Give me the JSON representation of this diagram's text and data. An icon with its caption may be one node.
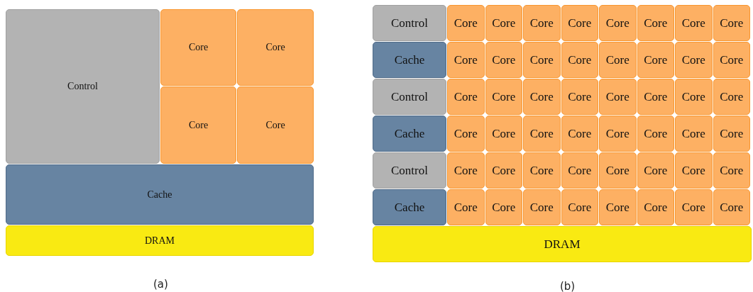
{
  "diagram": {
    "nodes": [
      {
        "text": [
          "Control"
        ]
      },
      {
        "text": [
          "Core"
        ]
      },
      {
        "text": [
          "Core"
        ]
      },
      {
        "text": [
          "Core"
        ]
      },
      {
        "text": [
          "Core"
        ]
      },
      {
        "text": [
          "Cache"
        ]
      },
      {
        "text": [
          "DRAM"
        ]
      },
      {
        "text": [
          "Control"
        ]
      },
      {
        "text": [
          "Core"
        ]
      },
      {
        "text": [
          "Core"
        ]
      },
      {
        "text": [
          "Core"
        ]
      },
      {
        "text": [
          "Core"
        ]
      },
      {
        "text": [
          "Core"
        ]
      },
      {
        "text": [
          "Core"
        ]
      },
      {
        "text": [
          "Core"
        ]
      },
      {
        "text": [
          "Core"
        ]
      },
      {
        "text": [
          "Cache"
        ]
      },
      {
        "text": [
          "Core"
        ]
      },
      {
        "text": [
          "Core"
        ]
      },
      {
        "text": [
          "Core"
        ]
      },
      {
        "text": [
          "Core"
        ]
      },
      {
        "text": [
          "Core"
        ]
      },
      {
        "text": [
          "Core"
        ]
      },
      {
        "text": [
          "Core"
        ]
      },
      {
        "text": [
          "Core"
        ]
      },
      {
        "text": [
          "Control"
        ]
      },
      {
        "text": [
          "Core"
        ]
      },
      {
        "text": [
          "Core"
        ]
      },
      {
        "text": [
          "Core"
        ]
      },
      {
        "text": [
          "Core"
        ]
      },
      {
        "text": [
          "Core"
        ]
      },
      {
        "text": [
          "Core"
        ]
      },
      {
        "text": [
          "Core"
        ]
      },
      {
        "text": [
          "Core"
        ]
      },
      {
        "text": [
          "Cache"
        ]
      },
      {
        "text": [
          "Core"
        ]
      },
      {
        "text": [
          "Core"
        ]
      },
      {
        "text": [
          "Core"
        ]
      },
      {
        "text": [
          "Core"
        ]
      },
      {
        "text": [
          "Core"
        ]
      },
      {
        "text": [
          "Core"
        ]
      },
      {
        "text": [
          "Core"
        ]
      },
      {
        "text": [
          "Core"
        ]
      },
      {
        "text": [
          "Control"
        ]
      },
      {
        "text": [
          "Core"
        ]
      },
      {
        "text": [
          "Core"
        ]
      },
      {
        "text": [
          "Core"
        ]
      },
      {
        "text": [
          "Core"
        ]
      },
      {
        "text": [
          "Core"
        ]
      },
      {
        "text": [
          "Core"
        ]
      },
      {
        "text": [
          "Core"
        ]
      },
      {
        "text": [
          "Core"
        ]
      },
      {
        "text": [
          "Cache"
        ]
      },
      {
        "text": [
          "Core"
        ]
      },
      {
        "text": [
          "Core"
        ]
      },
      {
        "text": [
          "Core"
        ]
      },
      {
        "text": [
          "Core"
        ]
      },
      {
        "text": [
          "Core"
        ]
      },
      {
        "text": [
          "Core"
        ]
      },
      {
        "text": [
          "Core"
        ]
      },
      {
        "text": [
          "Core"
        ]
      },
      {
        "text": [
          "DRAM"
        ]
      }
    ],
    "labels": [
      "(a)",
      "(b)"
    ]
  }
}
